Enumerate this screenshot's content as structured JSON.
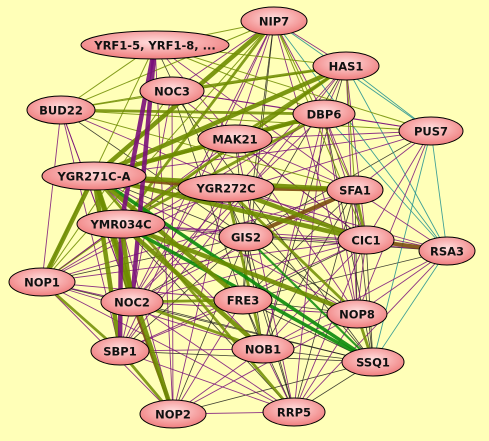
{
  "nodes": [
    {
      "id": "nip7",
      "label": "NIP7"
    },
    {
      "id": "yrf",
      "label": "YRF1-5, YRF1-8, ..."
    },
    {
      "id": "has1",
      "label": "HAS1"
    },
    {
      "id": "noc3",
      "label": "NOC3"
    },
    {
      "id": "bud22",
      "label": "BUD22"
    },
    {
      "id": "dbp6",
      "label": "DBP6"
    },
    {
      "id": "pus7",
      "label": "PUS7"
    },
    {
      "id": "mak21",
      "label": "MAK21"
    },
    {
      "id": "ygr271c",
      "label": "YGR271C-A"
    },
    {
      "id": "ygr272c",
      "label": "YGR272C"
    },
    {
      "id": "sfa1",
      "label": "SFA1"
    },
    {
      "id": "ymr034c",
      "label": "YMR034C"
    },
    {
      "id": "gis2",
      "label": "GIS2"
    },
    {
      "id": "cic1",
      "label": "CIC1"
    },
    {
      "id": "rsa3",
      "label": "RSA3"
    },
    {
      "id": "nop1",
      "label": "NOP1"
    },
    {
      "id": "noc2",
      "label": "NOC2"
    },
    {
      "id": "fre3",
      "label": "FRE3"
    },
    {
      "id": "nop8",
      "label": "NOP8"
    },
    {
      "id": "sbp1",
      "label": "SBP1"
    },
    {
      "id": "nob1",
      "label": "NOB1"
    },
    {
      "id": "ssq1",
      "label": "SSQ1"
    },
    {
      "id": "nop2",
      "label": "NOP2"
    },
    {
      "id": "rrp5",
      "label": "RRP5"
    }
  ],
  "edges": [
    {
      "source": "ygr271c",
      "target": "nop2",
      "kind": "olive-thick"
    },
    {
      "source": "ygr271c",
      "target": "sbp1",
      "kind": "olive-thick"
    },
    {
      "source": "ygr271c",
      "target": "noc2",
      "kind": "olive-thick"
    },
    {
      "source": "ygr271c",
      "target": "fre3",
      "kind": "olive-thick"
    },
    {
      "source": "ygr271c",
      "target": "ssq1",
      "kind": "green-thick"
    },
    {
      "source": "ygr271c",
      "target": "ygr272c",
      "kind": "brown-thick"
    },
    {
      "source": "ygr271c",
      "target": "sfa1",
      "kind": "olive-thick"
    },
    {
      "source": "ygr271c",
      "target": "cic1",
      "kind": "olive-thick"
    },
    {
      "source": "ygr271c",
      "target": "nip7",
      "kind": "olive-thick"
    },
    {
      "source": "ygr271c",
      "target": "has1",
      "kind": "olive-thick"
    },
    {
      "source": "ygr271c",
      "target": "dbp6",
      "kind": "olive-thick"
    },
    {
      "source": "ygr271c",
      "target": "nop1",
      "kind": "olive-thick"
    },
    {
      "source": "ygr271c",
      "target": "rrp5",
      "kind": "olive-mid"
    },
    {
      "source": "yrf",
      "target": "ymr034c",
      "kind": "purple-thick"
    },
    {
      "source": "yrf",
      "target": "noc2",
      "kind": "purple-thick"
    },
    {
      "source": "ymr034c",
      "target": "sbp1",
      "kind": "purple-thick"
    },
    {
      "source": "ymr034c",
      "target": "noc2",
      "kind": "olive-thick"
    },
    {
      "source": "ymr034c",
      "target": "nop8",
      "kind": "olive-thick"
    },
    {
      "source": "ymr034c",
      "target": "ssq1",
      "kind": "green-thick"
    },
    {
      "source": "ymr034c",
      "target": "nob1",
      "kind": "olive-thick"
    },
    {
      "source": "ymr034c",
      "target": "has1",
      "kind": "olive-mid"
    },
    {
      "source": "ygr272c",
      "target": "sfa1",
      "kind": "brown-thick"
    },
    {
      "source": "ygr272c",
      "target": "cic1",
      "kind": "olive-thick"
    },
    {
      "source": "ygr272c",
      "target": "nop8",
      "kind": "olive-mid"
    },
    {
      "source": "ygr272c",
      "target": "nob1",
      "kind": "olive-mid"
    },
    {
      "source": "gis2",
      "target": "sfa1",
      "kind": "brown-thick"
    },
    {
      "source": "gis2",
      "target": "ssq1",
      "kind": "green-mid"
    },
    {
      "source": "cic1",
      "target": "rsa3",
      "kind": "brown-thick"
    },
    {
      "source": "sfa1",
      "target": "cic1",
      "kind": "olive-mid"
    },
    {
      "source": "nop1",
      "target": "sbp1",
      "kind": "olive-mid"
    },
    {
      "source": "noc2",
      "target": "nop2",
      "kind": "brown-mid"
    },
    {
      "source": "noc2",
      "target": "fre3",
      "kind": "olive-mid"
    },
    {
      "source": "noc2",
      "target": "nob1",
      "kind": "olive-mid"
    },
    {
      "source": "sbp1",
      "target": "nop2",
      "kind": "olive-mid"
    },
    {
      "source": "nop8",
      "target": "ssq1",
      "kind": "olive-mid"
    },
    {
      "source": "mak21",
      "target": "dbp6",
      "kind": "olive-mid"
    },
    {
      "source": "mak21",
      "target": "has1",
      "kind": "olive-mid"
    },
    {
      "source": "mak21",
      "target": "ygr271c",
      "kind": "olive-mid"
    },
    {
      "source": "noc3",
      "target": "has1",
      "kind": "olive-mid"
    },
    {
      "source": "bud22",
      "target": "dbp6",
      "kind": "olive-mid"
    },
    {
      "source": "nip7",
      "target": "ymr034c",
      "kind": "olive-mid"
    },
    {
      "source": "dbp6",
      "target": "ymr034c",
      "kind": "olive-mid"
    },
    {
      "source": "nip7",
      "target": "yrf",
      "kind": "thin-olive"
    },
    {
      "source": "nip7",
      "target": "has1",
      "kind": "thin-purple"
    },
    {
      "source": "nip7",
      "target": "noc3",
      "kind": "thin-purple"
    },
    {
      "source": "nip7",
      "target": "bud22",
      "kind": "thin-olive"
    },
    {
      "source": "nip7",
      "target": "dbp6",
      "kind": "thin-purple"
    },
    {
      "source": "nip7",
      "target": "pus7",
      "kind": "thin-teal"
    },
    {
      "source": "nip7",
      "target": "mak21",
      "kind": "thin-purple"
    },
    {
      "source": "nip7",
      "target": "sfa1",
      "kind": "thin-olive"
    },
    {
      "source": "nip7",
      "target": "gis2",
      "kind": "thin-black"
    },
    {
      "source": "nip7",
      "target": "noc2",
      "kind": "thin-purple"
    },
    {
      "source": "nip7",
      "target": "sbp1",
      "kind": "thin-purple"
    },
    {
      "source": "nip7",
      "target": "nop1",
      "kind": "thin-olive"
    },
    {
      "source": "nip7",
      "target": "fre3",
      "kind": "thin-black"
    },
    {
      "source": "nip7",
      "target": "nop8",
      "kind": "thin-purple"
    },
    {
      "source": "nip7",
      "target": "rsa3",
      "kind": "thin-teal"
    },
    {
      "source": "nip7",
      "target": "cic1",
      "kind": "thin-olive"
    },
    {
      "source": "yrf",
      "target": "has1",
      "kind": "thin-olive"
    },
    {
      "source": "yrf",
      "target": "bud22",
      "kind": "thin-olive"
    },
    {
      "source": "yrf",
      "target": "dbp6",
      "kind": "thin-olive"
    },
    {
      "source": "yrf",
      "target": "pus7",
      "kind": "thin-olive"
    },
    {
      "source": "yrf",
      "target": "mak21",
      "kind": "thin-purple"
    },
    {
      "source": "yrf",
      "target": "nop1",
      "kind": "thin-olive"
    },
    {
      "source": "yrf",
      "target": "sfa1",
      "kind": "thin-purple"
    },
    {
      "source": "yrf",
      "target": "nop2",
      "kind": "thin-purple"
    },
    {
      "source": "yrf",
      "target": "gis2",
      "kind": "thin-black"
    },
    {
      "source": "has1",
      "target": "bud22",
      "kind": "thin-olive"
    },
    {
      "source": "has1",
      "target": "dbp6",
      "kind": "thin-purple"
    },
    {
      "source": "has1",
      "target": "pus7",
      "kind": "thin-teal"
    },
    {
      "source": "has1",
      "target": "sfa1",
      "kind": "thin-olive"
    },
    {
      "source": "has1",
      "target": "cic1",
      "kind": "thin-purple"
    },
    {
      "source": "has1",
      "target": "rsa3",
      "kind": "thin-teal"
    },
    {
      "source": "has1",
      "target": "noc2",
      "kind": "thin-purple"
    },
    {
      "source": "has1",
      "target": "nop1",
      "kind": "thin-olive"
    },
    {
      "source": "has1",
      "target": "sbp1",
      "kind": "thin-purple"
    },
    {
      "source": "has1",
      "target": "nob1",
      "kind": "thin-black"
    },
    {
      "source": "has1",
      "target": "nop8",
      "kind": "thin-purple"
    },
    {
      "source": "has1",
      "target": "gis2",
      "kind": "thin-black"
    },
    {
      "source": "noc3",
      "target": "bud22",
      "kind": "thin-olive"
    },
    {
      "source": "noc3",
      "target": "dbp6",
      "kind": "thin-purple"
    },
    {
      "source": "noc3",
      "target": "pus7",
      "kind": "thin-purple"
    },
    {
      "source": "noc3",
      "target": "noc2",
      "kind": "thin-purple"
    },
    {
      "source": "noc3",
      "target": "nop1",
      "kind": "thin-olive"
    },
    {
      "source": "noc3",
      "target": "fre3",
      "kind": "thin-black"
    },
    {
      "source": "noc3",
      "target": "ssq1",
      "kind": "thin-black"
    },
    {
      "source": "noc3",
      "target": "nop2",
      "kind": "thin-purple"
    },
    {
      "source": "noc3",
      "target": "cic1",
      "kind": "thin-purple"
    },
    {
      "source": "bud22",
      "target": "pus7",
      "kind": "thin-olive"
    },
    {
      "source": "bud22",
      "target": "noc2",
      "kind": "thin-purple"
    },
    {
      "source": "bud22",
      "target": "nop1",
      "kind": "thin-purple"
    },
    {
      "source": "bud22",
      "target": "sbp1",
      "kind": "thin-purple"
    },
    {
      "source": "bud22",
      "target": "nop2",
      "kind": "thin-purple"
    },
    {
      "source": "bud22",
      "target": "sfa1",
      "kind": "thin-olive"
    },
    {
      "source": "bud22",
      "target": "gis2",
      "kind": "thin-black"
    },
    {
      "source": "bud22",
      "target": "cic1",
      "kind": "thin-purple"
    },
    {
      "source": "dbp6",
      "target": "pus7",
      "kind": "thin-purple"
    },
    {
      "source": "dbp6",
      "target": "rsa3",
      "kind": "thin-teal"
    },
    {
      "source": "dbp6",
      "target": "cic1",
      "kind": "thin-purple"
    },
    {
      "source": "dbp6",
      "target": "sfa1",
      "kind": "thin-purple"
    },
    {
      "source": "dbp6",
      "target": "nop8",
      "kind": "thin-purple"
    },
    {
      "source": "dbp6",
      "target": "ssq1",
      "kind": "thin-black"
    },
    {
      "source": "dbp6",
      "target": "nob1",
      "kind": "thin-purple"
    },
    {
      "source": "dbp6",
      "target": "noc2",
      "kind": "thin-purple"
    },
    {
      "source": "dbp6",
      "target": "nop1",
      "kind": "thin-purple"
    },
    {
      "source": "dbp6",
      "target": "rrp5",
      "kind": "thin-purple"
    },
    {
      "source": "pus7",
      "target": "rsa3",
      "kind": "thin-teal"
    },
    {
      "source": "pus7",
      "target": "cic1",
      "kind": "thin-purple"
    },
    {
      "source": "pus7",
      "target": "sfa1",
      "kind": "thin-purple"
    },
    {
      "source": "pus7",
      "target": "ssq1",
      "kind": "thin-teal"
    },
    {
      "source": "pus7",
      "target": "nop8",
      "kind": "thin-purple"
    },
    {
      "source": "pus7",
      "target": "ymr034c",
      "kind": "thin-purple"
    },
    {
      "source": "pus7",
      "target": "gis2",
      "kind": "thin-black"
    },
    {
      "source": "pus7",
      "target": "ygr271c",
      "kind": "thin-purple"
    },
    {
      "source": "pus7",
      "target": "mak21",
      "kind": "thin-purple"
    },
    {
      "source": "mak21",
      "target": "sfa1",
      "kind": "thin-purple"
    },
    {
      "source": "mak21",
      "target": "gis2",
      "kind": "thin-black"
    },
    {
      "source": "mak21",
      "target": "noc2",
      "kind": "thin-purple"
    },
    {
      "source": "mak21",
      "target": "nop1",
      "kind": "thin-purple"
    },
    {
      "source": "mak21",
      "target": "nop8",
      "kind": "thin-purple"
    },
    {
      "source": "mak21",
      "target": "rrp5",
      "kind": "thin-purple"
    },
    {
      "source": "mak21",
      "target": "cic1",
      "kind": "thin-black"
    },
    {
      "source": "ygr271c",
      "target": "gis2",
      "kind": "thin-black"
    },
    {
      "source": "ygr271c",
      "target": "nob1",
      "kind": "thin-purple"
    },
    {
      "source": "ygr271c",
      "target": "rsa3",
      "kind": "thin-purple"
    },
    {
      "source": "ygr271c",
      "target": "nop8",
      "kind": "thin-purple"
    },
    {
      "source": "ygr272c",
      "target": "nop1",
      "kind": "thin-purple"
    },
    {
      "source": "ygr272c",
      "target": "nop2",
      "kind": "thin-purple"
    },
    {
      "source": "ygr272c",
      "target": "ssq1",
      "kind": "thin-black"
    },
    {
      "source": "ygr272c",
      "target": "rsa3",
      "kind": "thin-purple"
    },
    {
      "source": "ygr272c",
      "target": "rrp5",
      "kind": "thin-black"
    },
    {
      "source": "ygr272c",
      "target": "sbp1",
      "kind": "thin-purple"
    },
    {
      "source": "sfa1",
      "target": "rsa3",
      "kind": "thin-purple"
    },
    {
      "source": "sfa1",
      "target": "nop8",
      "kind": "thin-black"
    },
    {
      "source": "sfa1",
      "target": "ssq1",
      "kind": "thin-black"
    },
    {
      "source": "sfa1",
      "target": "fre3",
      "kind": "thin-black"
    },
    {
      "source": "sfa1",
      "target": "noc2",
      "kind": "thin-purple"
    },
    {
      "source": "sfa1",
      "target": "nop1",
      "kind": "thin-purple"
    },
    {
      "source": "sfa1",
      "target": "nob1",
      "kind": "thin-black"
    },
    {
      "source": "sfa1",
      "target": "rrp5",
      "kind": "thin-black"
    },
    {
      "source": "ymr034c",
      "target": "nop1",
      "kind": "thin-purple"
    },
    {
      "source": "ymr034c",
      "target": "nop2",
      "kind": "thin-purple"
    },
    {
      "source": "ymr034c",
      "target": "rrp5",
      "kind": "thin-black"
    },
    {
      "source": "ymr034c",
      "target": "cic1",
      "kind": "thin-purple"
    },
    {
      "source": "ymr034c",
      "target": "rsa3",
      "kind": "thin-purple"
    },
    {
      "source": "ymr034c",
      "target": "gis2",
      "kind": "thin-black"
    },
    {
      "source": "gis2",
      "target": "nop1",
      "kind": "thin-black"
    },
    {
      "source": "gis2",
      "target": "noc2",
      "kind": "thin-black"
    },
    {
      "source": "gis2",
      "target": "sbp1",
      "kind": "thin-black"
    },
    {
      "source": "gis2",
      "target": "nop2",
      "kind": "thin-black"
    },
    {
      "source": "gis2",
      "target": "rrp5",
      "kind": "thin-black"
    },
    {
      "source": "gis2",
      "target": "nob1",
      "kind": "thin-black"
    },
    {
      "source": "gis2",
      "target": "nop8",
      "kind": "thin-black"
    },
    {
      "source": "gis2",
      "target": "cic1",
      "kind": "thin-black"
    },
    {
      "source": "gis2",
      "target": "rsa3",
      "kind": "thin-black"
    },
    {
      "source": "gis2",
      "target": "fre3",
      "kind": "thin-black"
    },
    {
      "source": "cic1",
      "target": "nop8",
      "kind": "thin-purple"
    },
    {
      "source": "cic1",
      "target": "ssq1",
      "kind": "thin-black"
    },
    {
      "source": "cic1",
      "target": "nob1",
      "kind": "thin-purple"
    },
    {
      "source": "cic1",
      "target": "fre3",
      "kind": "thin-black"
    },
    {
      "source": "cic1",
      "target": "noc2",
      "kind": "thin-purple"
    },
    {
      "source": "cic1",
      "target": "nop1",
      "kind": "thin-purple"
    },
    {
      "source": "cic1",
      "target": "rrp5",
      "kind": "thin-purple"
    },
    {
      "source": "cic1",
      "target": "sbp1",
      "kind": "thin-purple"
    },
    {
      "source": "rsa3",
      "target": "nop8",
      "kind": "thin-purple"
    },
    {
      "source": "rsa3",
      "target": "ssq1",
      "kind": "thin-teal"
    },
    {
      "source": "rsa3",
      "target": "nob1",
      "kind": "thin-purple"
    },
    {
      "source": "rsa3",
      "target": "fre3",
      "kind": "thin-black"
    },
    {
      "source": "rsa3",
      "target": "rrp5",
      "kind": "thin-purple"
    },
    {
      "source": "nop1",
      "target": "noc2",
      "kind": "thin-purple"
    },
    {
      "source": "nop1",
      "target": "nop2",
      "kind": "thin-purple"
    },
    {
      "source": "nop1",
      "target": "rrp5",
      "kind": "thin-purple"
    },
    {
      "source": "nop1",
      "target": "fre3",
      "kind": "thin-purple"
    },
    {
      "source": "nop1",
      "target": "nob1",
      "kind": "thin-purple"
    },
    {
      "source": "nop1",
      "target": "ssq1",
      "kind": "thin-black"
    },
    {
      "source": "noc2",
      "target": "sbp1",
      "kind": "thin-purple"
    },
    {
      "source": "noc2",
      "target": "rrp5",
      "kind": "thin-purple"
    },
    {
      "source": "noc2",
      "target": "ssq1",
      "kind": "thin-black"
    },
    {
      "source": "noc2",
      "target": "nop8",
      "kind": "thin-purple"
    },
    {
      "source": "fre3",
      "target": "nop8",
      "kind": "thin-black"
    },
    {
      "source": "fre3",
      "target": "nob1",
      "kind": "thin-black"
    },
    {
      "source": "fre3",
      "target": "ssq1",
      "kind": "thin-black"
    },
    {
      "source": "fre3",
      "target": "nop2",
      "kind": "thin-purple"
    },
    {
      "source": "fre3",
      "target": "rrp5",
      "kind": "thin-black"
    },
    {
      "source": "fre3",
      "target": "sbp1",
      "kind": "thin-purple"
    },
    {
      "source": "nop8",
      "target": "nob1",
      "kind": "thin-purple"
    },
    {
      "source": "nop8",
      "target": "rrp5",
      "kind": "thin-purple"
    },
    {
      "source": "nop8",
      "target": "nop2",
      "kind": "thin-purple"
    },
    {
      "source": "sbp1",
      "target": "nob1",
      "kind": "thin-purple"
    },
    {
      "source": "sbp1",
      "target": "rrp5",
      "kind": "thin-purple"
    },
    {
      "source": "sbp1",
      "target": "ssq1",
      "kind": "thin-black"
    },
    {
      "source": "nob1",
      "target": "ssq1",
      "kind": "thin-black"
    },
    {
      "source": "nob1",
      "target": "nop2",
      "kind": "thin-purple"
    },
    {
      "source": "nob1",
      "target": "rrp5",
      "kind": "thin-purple"
    },
    {
      "source": "ssq1",
      "target": "rrp5",
      "kind": "thin-black"
    },
    {
      "source": "ssq1",
      "target": "nop2",
      "kind": "thin-black"
    },
    {
      "source": "nop2",
      "target": "rrp5",
      "kind": "thin-purple"
    }
  ],
  "colors": {
    "background": "#ffffb8",
    "node_fill_center": "#ffd7d7",
    "node_fill_edge": "#f08282",
    "node_stroke": "#000000",
    "label": "#111111",
    "edge_olive": "#6e8c00",
    "edge_green": "#0a8a0a",
    "edge_brown": "#7a4b10",
    "edge_purple": "#7a107a",
    "edge_teal": "#1f8f8f",
    "edge_black": "#111111"
  }
}
